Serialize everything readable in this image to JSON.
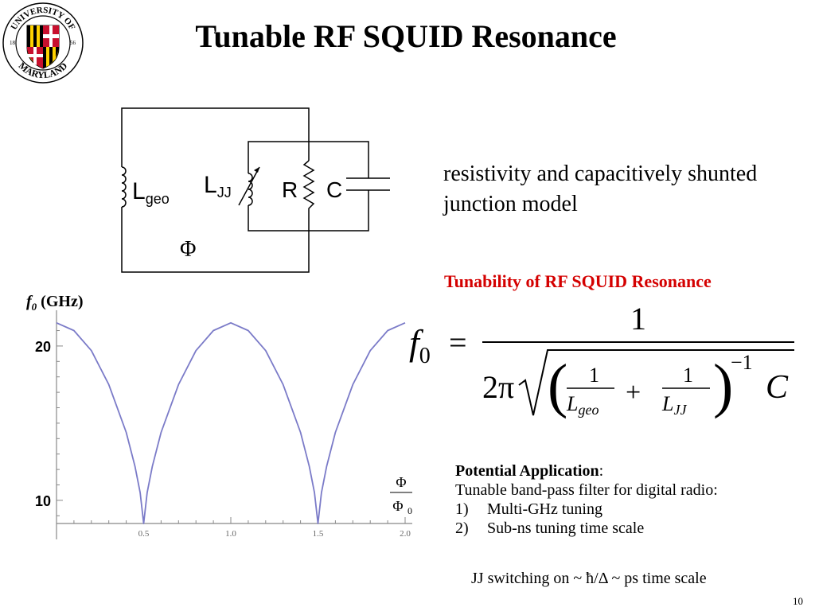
{
  "title": "Tunable RF SQUID Resonance",
  "logo": {
    "text_top": "UNIVERSITY OF",
    "text_bottom": "MARYLAND",
    "year_left": "18",
    "year_right": "56",
    "colors": {
      "red": "#c8102e",
      "gold": "#ffd200",
      "black": "#000000",
      "white": "#ffffff"
    }
  },
  "circuit": {
    "inductor_geo": {
      "main": "L",
      "sub": "geo"
    },
    "inductor_jj": {
      "main": "L",
      "sub": "JJ"
    },
    "resistor": "R",
    "capacitor": "C",
    "flux": "Φ"
  },
  "model_text": "resistivity and capacitively shunted junction model",
  "tunability_title": "Tunability of RF SQUID Resonance",
  "formula": {
    "lhs": "f",
    "lhs_sub": "0",
    "equals": "=",
    "numerator": "1",
    "two_pi": "2π",
    "frac_num": "1",
    "frac1_den_main": "L",
    "frac1_den_sub": "geo",
    "plus": "+",
    "frac2_den_main": "L",
    "frac2_den_sub": "JJ",
    "exponent": "−1",
    "capacitance": "C"
  },
  "application": {
    "heading": "Potential Application",
    "colon": ":",
    "line": "Tunable band-pass filter for digital radio:",
    "items": [
      {
        "num": "1)",
        "text": "Multi-GHz tuning"
      },
      {
        "num": "2)",
        "text": "Sub-ns tuning time scale"
      }
    ]
  },
  "jj_note": "JJ switching on ~ ħ/Δ ~ ps time scale",
  "slide_number": "10",
  "chart_data": {
    "type": "line",
    "ylabel_main": "f",
    "ylabel_sub": "0",
    "ylabel_unit": "(GHz)",
    "xlabel_num": "Φ",
    "xlabel_den": "Φ",
    "xlabel_den_sub": "0",
    "xlim": [
      0,
      2.0
    ],
    "ylim": [
      8.5,
      21.8
    ],
    "x_ticks": [
      "0.5",
      "1.0",
      "1.5",
      "2.0"
    ],
    "y_ticks": [
      "20",
      "10"
    ],
    "series_color": "#7b7bc8",
    "series": [
      {
        "x": [
          0.0,
          0.1,
          0.2,
          0.3,
          0.4,
          0.45,
          0.48,
          0.5,
          0.52,
          0.55,
          0.6,
          0.7,
          0.8,
          0.9,
          1.0,
          1.1,
          1.2,
          1.3,
          1.4,
          1.45,
          1.48,
          1.5,
          1.52,
          1.55,
          1.6,
          1.7,
          1.8,
          1.9,
          2.0
        ],
        "y": [
          21.5,
          21.0,
          19.7,
          17.5,
          14.4,
          12.2,
          10.5,
          8.5,
          10.5,
          12.2,
          14.4,
          17.5,
          19.7,
          21.0,
          21.5,
          21.0,
          19.7,
          17.5,
          14.4,
          12.2,
          10.5,
          8.5,
          10.5,
          12.2,
          14.4,
          17.5,
          19.7,
          21.0,
          21.5
        ]
      }
    ]
  }
}
